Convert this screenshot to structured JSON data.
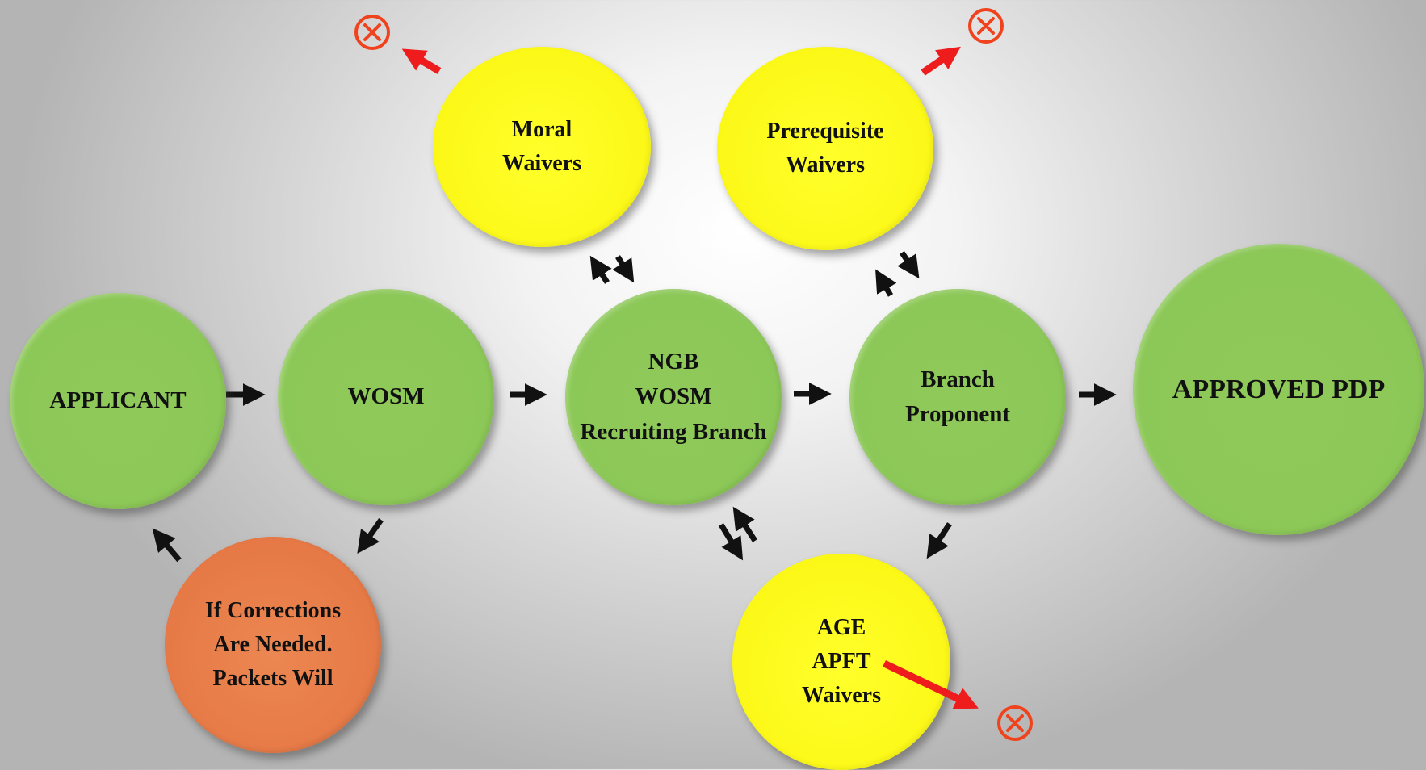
{
  "nodes": {
    "applicant": {
      "lines": [
        "APPLICANT"
      ]
    },
    "wosm": {
      "lines": [
        "WOSM"
      ]
    },
    "ngb": {
      "lines": [
        "NGB",
        "WOSM",
        "Recruiting Branch"
      ]
    },
    "branch": {
      "lines": [
        "Branch",
        "Proponent"
      ]
    },
    "approved": {
      "lines": [
        "APPROVED PDP"
      ]
    },
    "moral": {
      "lines": [
        "Moral",
        "Waivers"
      ]
    },
    "prereq": {
      "lines": [
        "Prerequisite",
        "Waivers"
      ]
    },
    "age": {
      "lines": [
        "AGE",
        "APFT",
        "Waivers"
      ]
    },
    "corrections": {
      "lines": [
        "If Corrections",
        "Are Needed.",
        "Packets Will"
      ]
    }
  },
  "colors": {
    "process_node": "#8cc857",
    "waiver_node": "#fbf716",
    "correction_node": "#e57845",
    "flow_arrow": "#111111",
    "reject_arrow": "#ee1c1c",
    "reject_icon": "#f0421c"
  },
  "icons": {
    "reject": "circle-x-icon"
  }
}
